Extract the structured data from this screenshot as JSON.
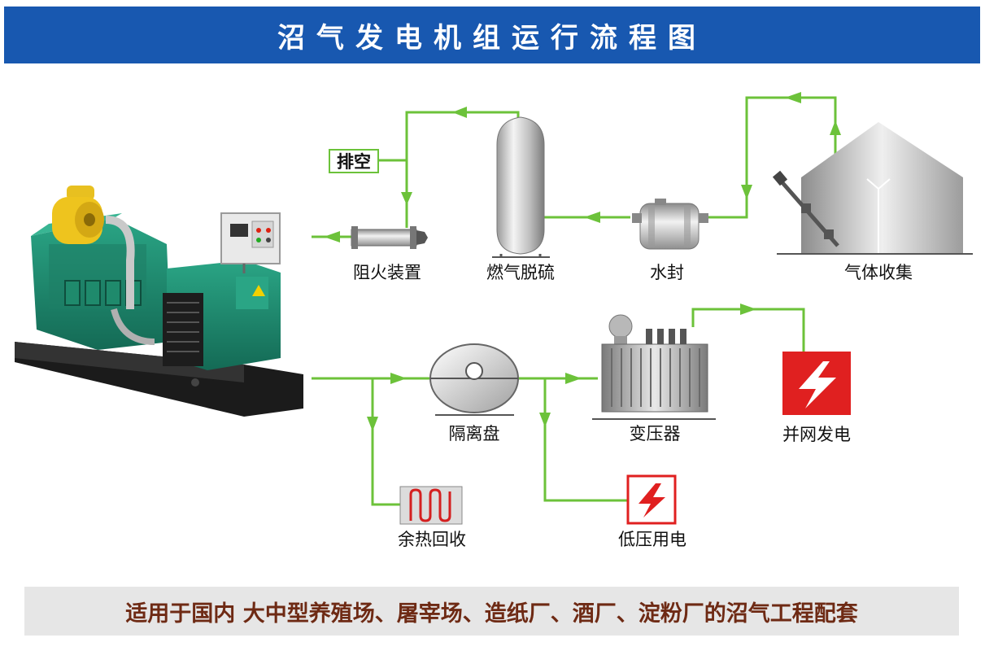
{
  "header": {
    "title": "沼气发电机组运行流程图"
  },
  "nodes": {
    "vent": "排空",
    "flame_arrester": "阻火装置",
    "desulfurization": "燃气脱硫",
    "water_seal": "水封",
    "gas_collection": "气体收集",
    "separator": "隔离盘",
    "transformer": "变压器",
    "grid_power": "并网发电",
    "heat_recovery": "余热回收",
    "low_voltage": "低压用电"
  },
  "footer": {
    "text": "适用于国内  大中型养殖场、屠宰场、造纸厂、酒厂、淀粉厂的沼气工程配套"
  },
  "colors": {
    "header_bg": "#1858b0",
    "flow_line": "#6cc23a",
    "footer_text": "#6e2a14",
    "danger_red": "#e02020"
  }
}
